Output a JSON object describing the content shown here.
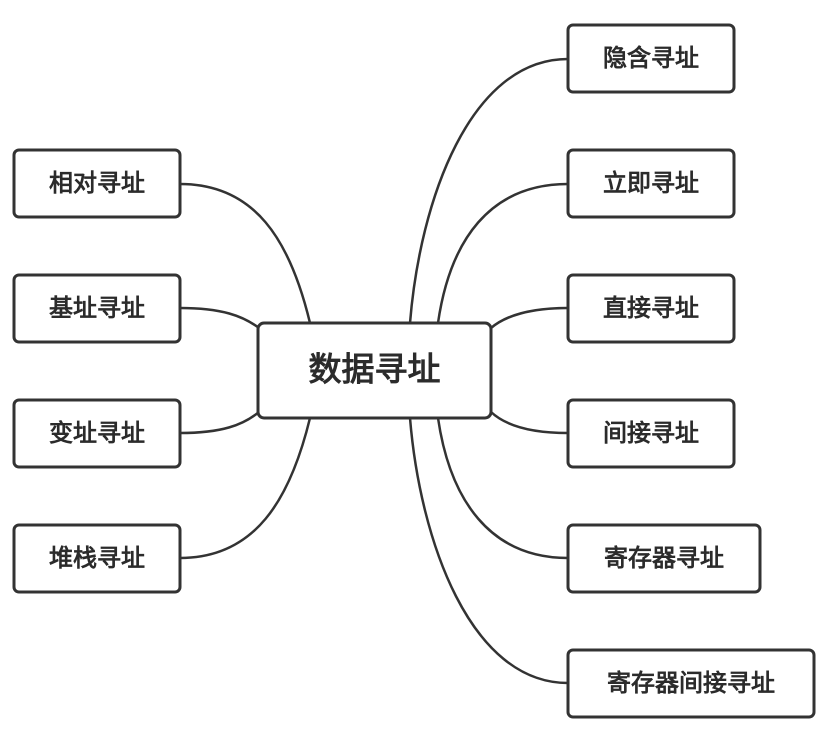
{
  "diagram": {
    "type": "mind-map",
    "center": {
      "label": "数据寻址"
    },
    "left_branches": [
      {
        "label": "相对寻址"
      },
      {
        "label": "基址寻址"
      },
      {
        "label": "变址寻址"
      },
      {
        "label": "堆栈寻址"
      }
    ],
    "right_branches": [
      {
        "label": "隐含寻址"
      },
      {
        "label": "立即寻址"
      },
      {
        "label": "直接寻址"
      },
      {
        "label": "间接寻址"
      },
      {
        "label": "寄存器寻址"
      },
      {
        "label": "寄存器间接寻址"
      }
    ],
    "colors": {
      "border": "#333333",
      "text": "#2b2b2b",
      "background": "#ffffff"
    }
  }
}
